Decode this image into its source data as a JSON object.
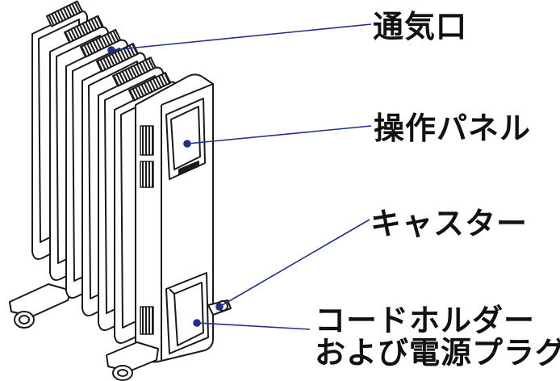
{
  "product": "oil heater",
  "colors": {
    "outline": "#1a1a1a",
    "callout_line": "#1f2f8a",
    "text": "#111111",
    "background": "#ffffff"
  },
  "callouts": [
    {
      "id": "vent",
      "label": "通気口"
    },
    {
      "id": "panel",
      "label": "操作パネル"
    },
    {
      "id": "caster",
      "label": "キャスター"
    },
    {
      "id": "cord",
      "label_lines": [
        "コードホルダー",
        "および電源プラグ"
      ]
    }
  ]
}
